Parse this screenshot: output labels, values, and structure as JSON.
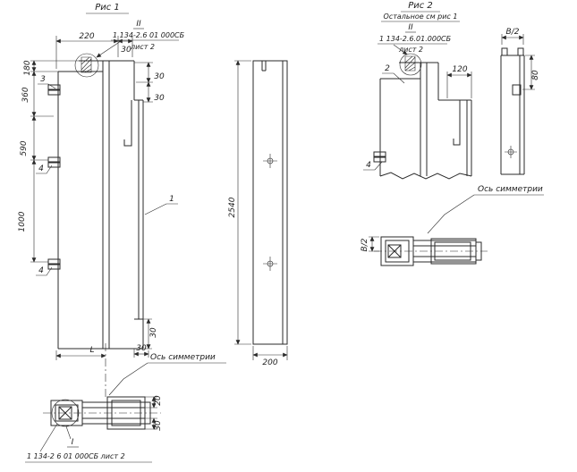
{
  "fig1": {
    "title": "Рис 1",
    "callout": {
      "mark": "II",
      "doc": "1 134-2.6 01 000СБ",
      "sheet": "лист 2"
    },
    "dims": {
      "w220": "220",
      "d30": "30",
      "h180": "180",
      "h360": "360",
      "h590": "590",
      "h1000": "1000",
      "len": "L",
      "d20": "20"
    },
    "pos": {
      "p1": "1",
      "p3": "3",
      "p4": "4"
    },
    "axis": "Ось симметрии",
    "section": {
      "mark": "I",
      "caption": "1 134-2 6 01 000СБ лист 2"
    }
  },
  "side_view": {
    "h2540": "2540",
    "w200": "200"
  },
  "fig2": {
    "title": "Рис 2",
    "subtitle": "Остальное см рис 1",
    "callout": {
      "mark": "II",
      "doc": "1 134-2.6.01.000СБ",
      "sheet": "лист 2"
    },
    "dims": {
      "w120": "120",
      "b2": "В/2",
      "h80": "80"
    },
    "pos": {
      "p2": "2",
      "p4": "4"
    },
    "axis": "Ось симметрии"
  }
}
